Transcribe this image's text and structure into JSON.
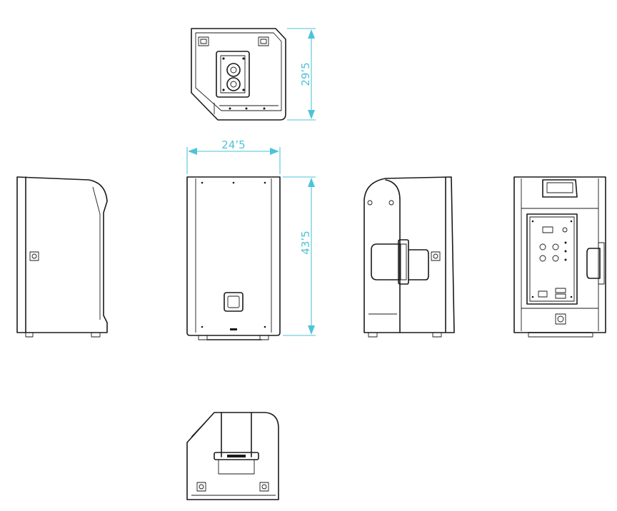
{
  "dimensions": {
    "depth": "29’5",
    "width": "24’5",
    "height": "43’5"
  },
  "colors": {
    "dimension": "#4ec3d6",
    "line": "#1a1a1a",
    "background": "#ffffff"
  }
}
